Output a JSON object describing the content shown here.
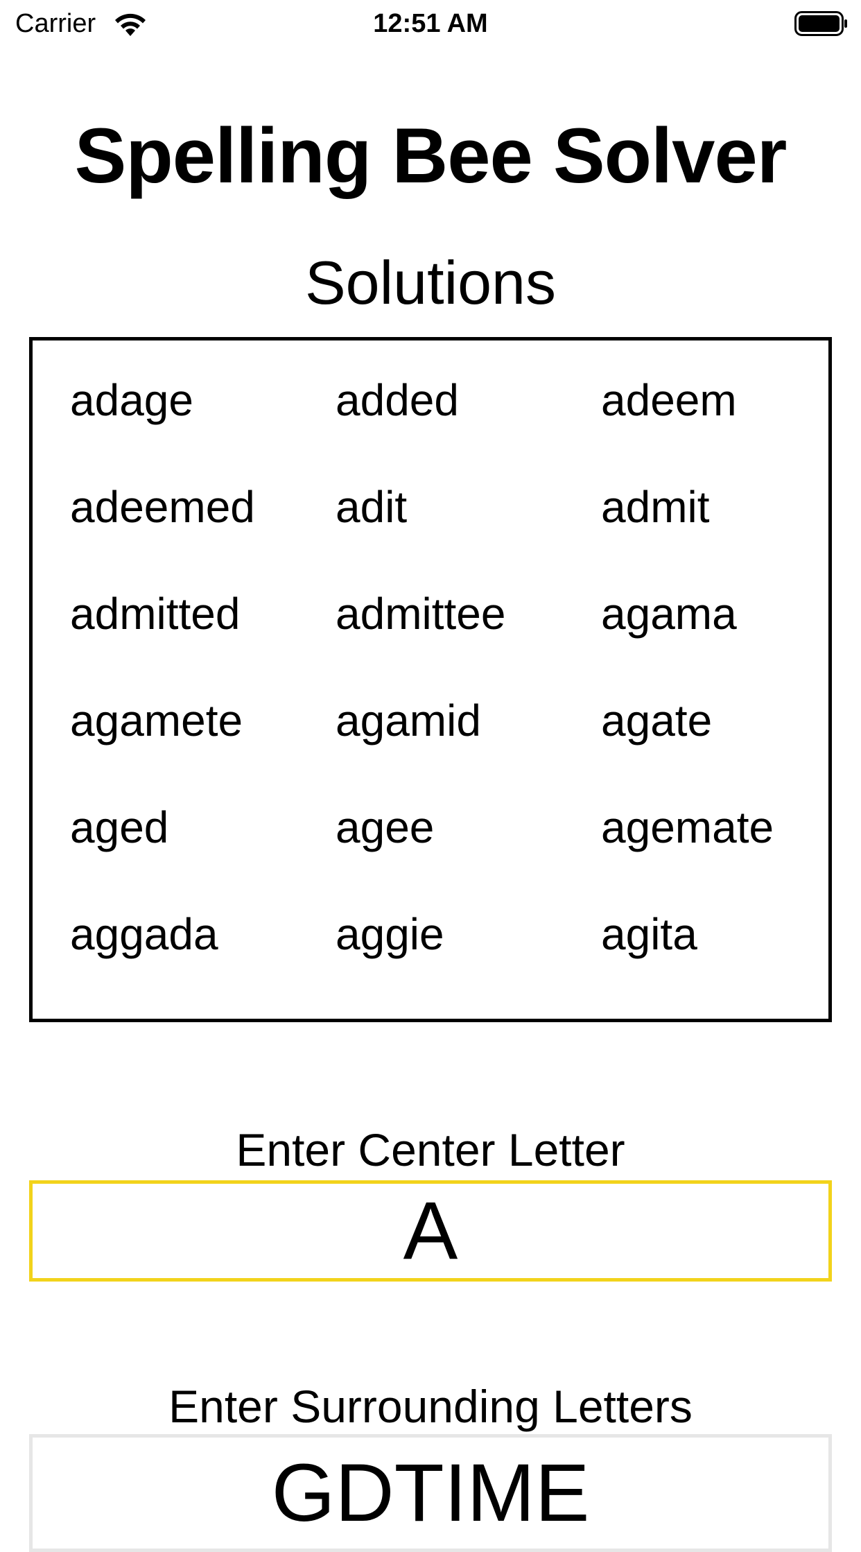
{
  "status_bar": {
    "carrier": "Carrier",
    "time": "12:51 AM",
    "wifi_icon": "wifi-icon",
    "battery_icon": "battery-icon"
  },
  "app": {
    "title": "Spelling Bee Solver",
    "solutions_heading": "Solutions",
    "solutions": [
      "adage",
      "added",
      "adeem",
      "adeemed",
      "adit",
      "admit",
      "admitted",
      "admittee",
      "agama",
      "agamete",
      "agamid",
      "agate",
      "aged",
      "agee",
      "agemate",
      "aggada",
      "aggie",
      "agita"
    ],
    "center_letter": {
      "label": "Enter Center Letter",
      "value": "A",
      "accent_color": "#f2d31b"
    },
    "surrounding_letters": {
      "label": "Enter Surrounding Letters",
      "value": "GDTIME",
      "border_color": "#e6e6e6"
    }
  }
}
